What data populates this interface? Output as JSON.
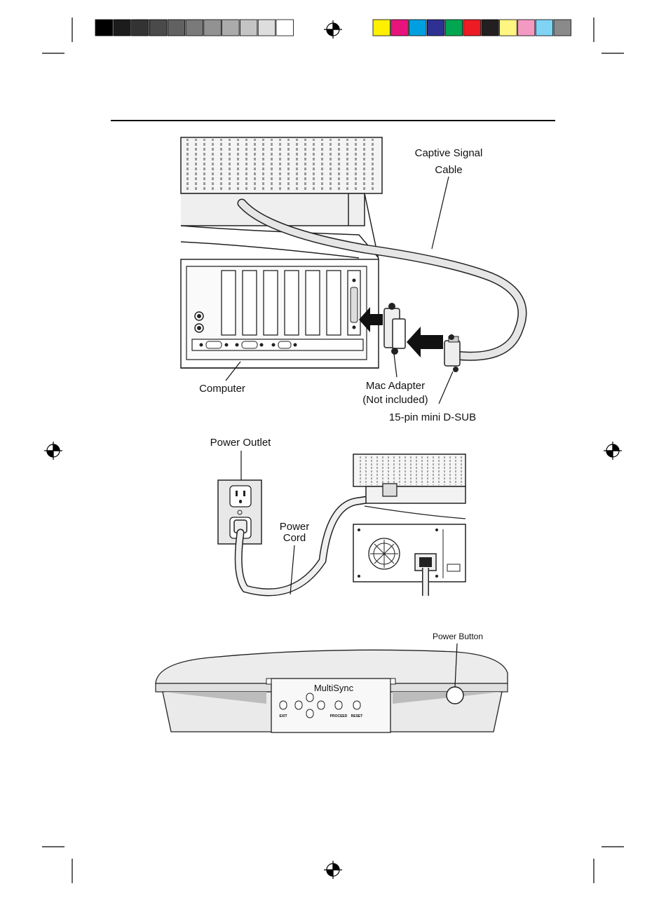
{
  "print_marks": {
    "grayscale_swatches": [
      "#000000",
      "#1c1c1c",
      "#333333",
      "#4a4a4a",
      "#616161",
      "#7a7a7a",
      "#929292",
      "#ababab",
      "#c4c4c4",
      "#dddddd",
      "#ffffff"
    ],
    "color_swatches": [
      "#ffef00",
      "#e8147d",
      "#00a0e0",
      "#2e3192",
      "#00a650",
      "#ed1c24",
      "#231f20",
      "#fff582",
      "#f49ac2",
      "#7fd3f5",
      "#8a8a8a"
    ]
  },
  "figure1": {
    "cable_label_line1": "Captive Signal",
    "cable_label_line2": "Cable",
    "computer_label": "Computer",
    "adapter_label_line1": "Mac Adapter",
    "adapter_label_line2": "(Not included)",
    "dsub_label": "15-pin mini D-SUB"
  },
  "figure2": {
    "outlet_label": "Power Outlet",
    "cord_label_line1": "Power",
    "cord_label_line2": "Cord"
  },
  "figure3": {
    "power_button_label": "Power Button",
    "brand": "MultiSync",
    "btn_exit": "EXIT",
    "btn_proceed": "PROCEED",
    "btn_reset": "RESET"
  }
}
